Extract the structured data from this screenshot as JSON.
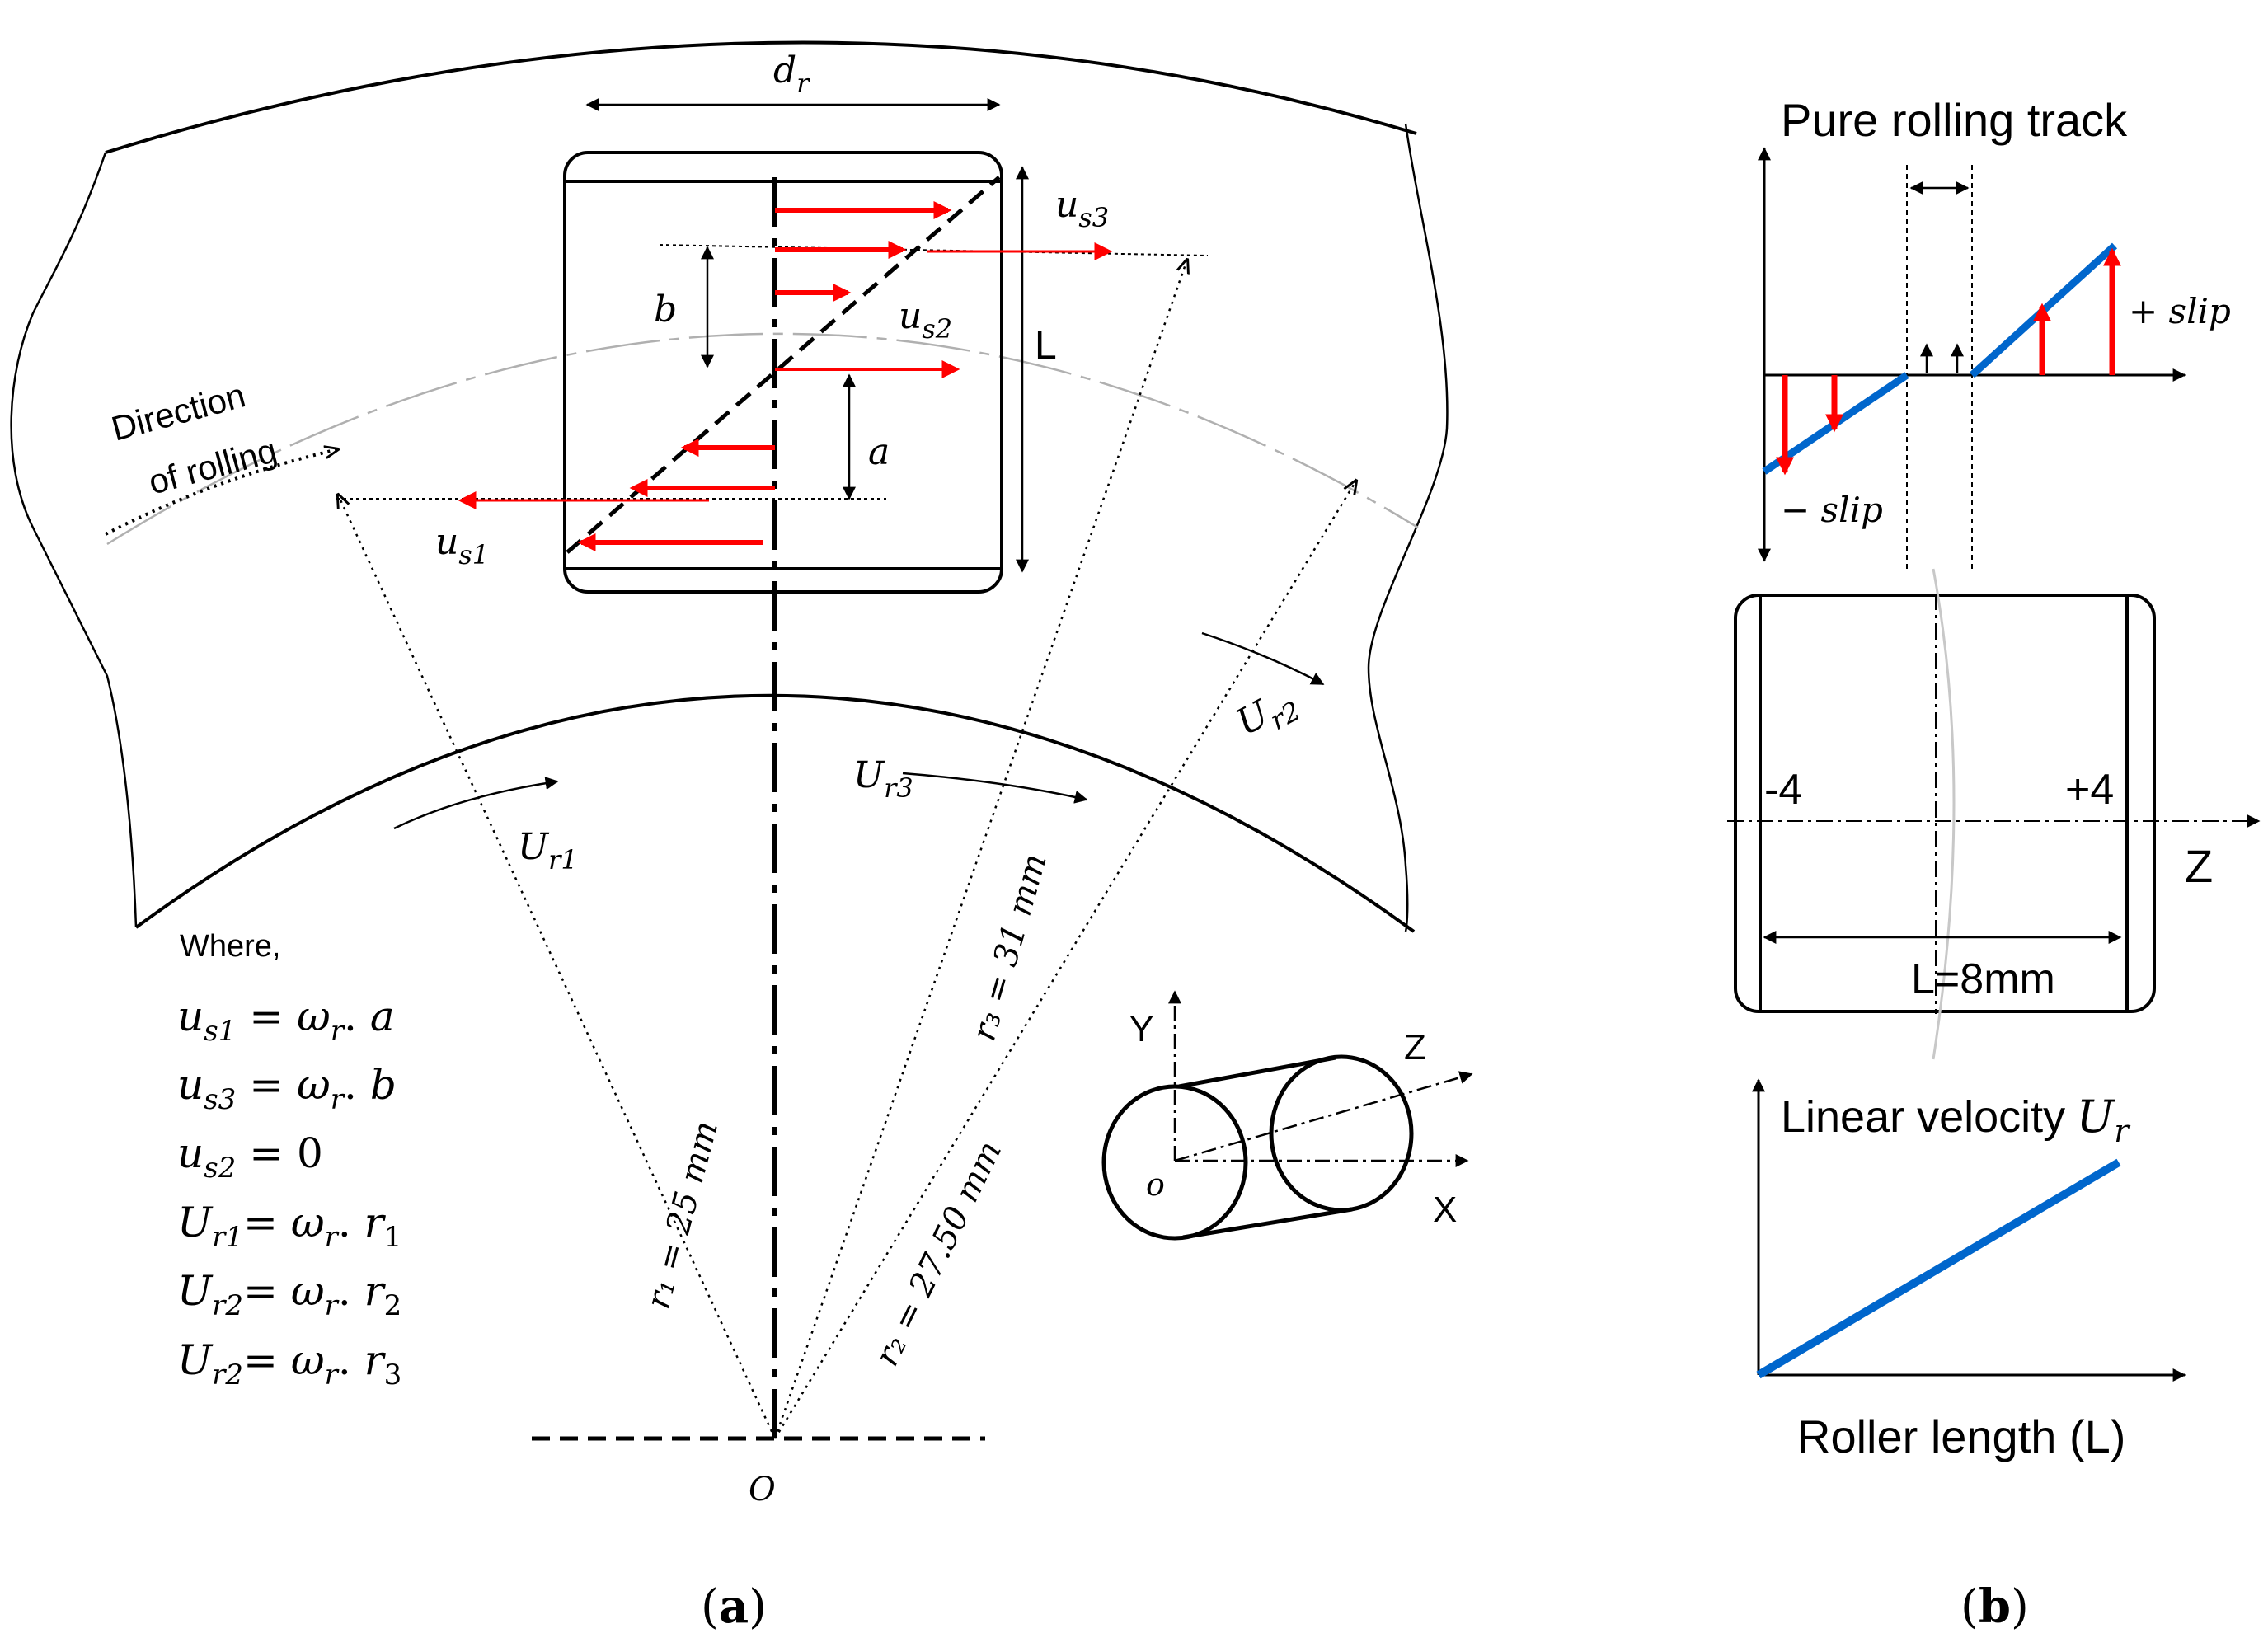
{
  "panel_a": {
    "label_open": "(",
    "label_letter": "a",
    "label_close": ")",
    "d_r": {
      "base": "d",
      "sub": "r"
    },
    "L": "L",
    "b": "b",
    "a": "a",
    "u_s1": {
      "base": "u",
      "sub": "s1"
    },
    "u_s2": {
      "base": "u",
      "sub": "s2"
    },
    "u_s3": {
      "base": "u",
      "sub": "s3"
    },
    "U_r1": {
      "base": "U",
      "sub": "r1"
    },
    "U_r2": {
      "base": "U",
      "sub": "r2"
    },
    "U_r3": {
      "base": "U",
      "sub": "r3"
    },
    "direction_line1": "Direction",
    "direction_line2": "of rolling",
    "r1_label": "r₁ = 25 mm",
    "r2_label": "r₂ = 27.50 mm",
    "r3_label": "r₃ = 31 mm",
    "origin": "O",
    "where": "Where,",
    "equations": [
      "u_s1 = ω_r . a",
      "u_s3 = ω_r . b",
      "u_s2 = 0",
      "U_r1= ω_r . r_1",
      "U_r2= ω_r . r_2",
      "U_r2= ω_r . r_3"
    ],
    "axes": {
      "y": "Y",
      "z": "Z",
      "x": "X",
      "o": "o"
    }
  },
  "panel_b": {
    "label_open": "(",
    "label_letter": "b",
    "label_close": ")",
    "title": "Pure rolling track",
    "plus_slip": "+ slip",
    "minus_slip": "− slip",
    "minus4": "-4",
    "plus4": "+4",
    "z_axis": "Z",
    "length": "L=8mm",
    "linear_velocity": "Linear velocity",
    "linear_velocity_sym": {
      "base": "U",
      "sub": "r"
    },
    "roller_length": "Roller length (L)"
  },
  "colors": {
    "arrow_red": "#ff0000",
    "line_blue": "#0066cc",
    "ink": "#000000",
    "guide_gray": "#b0b0b0"
  }
}
